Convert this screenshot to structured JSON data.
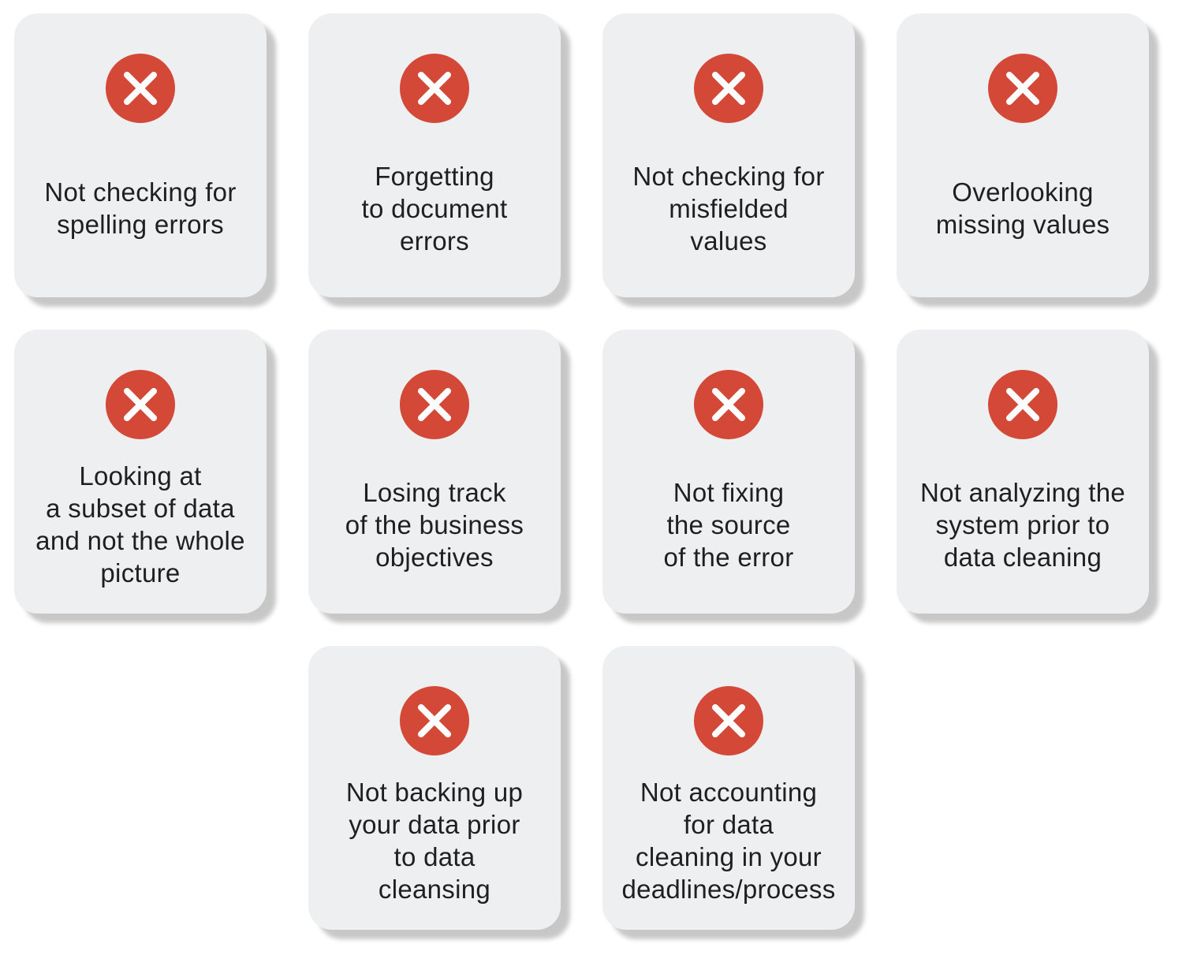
{
  "colors": {
    "card_background": "#eeeff1",
    "icon_red": "#d34836",
    "icon_mark": "#ffffff",
    "text": "#1f1f1f"
  },
  "cards": [
    {
      "icon": "close-circle-icon",
      "label": "Not checking for\nspelling errors"
    },
    {
      "icon": "close-circle-icon",
      "label": "Forgetting\nto document\nerrors"
    },
    {
      "icon": "close-circle-icon",
      "label": "Not checking for\nmisfielded\nvalues"
    },
    {
      "icon": "close-circle-icon",
      "label": "Overlooking\nmissing values"
    },
    {
      "icon": "close-circle-icon",
      "label": "Looking at\na subset of data\nand not the whole\npicture"
    },
    {
      "icon": "close-circle-icon",
      "label": "Losing track\nof the business\nobjectives"
    },
    {
      "icon": "close-circle-icon",
      "label": "Not fixing\nthe source\nof the error"
    },
    {
      "icon": "close-circle-icon",
      "label": "Not analyzing the\nsystem prior to\ndata cleaning"
    },
    {
      "icon": "close-circle-icon",
      "label": "Not backing up\nyour data prior\nto data\ncleansing"
    },
    {
      "icon": "close-circle-icon",
      "label": "Not accounting\nfor data\ncleaning in your\ndeadlines/process"
    }
  ]
}
